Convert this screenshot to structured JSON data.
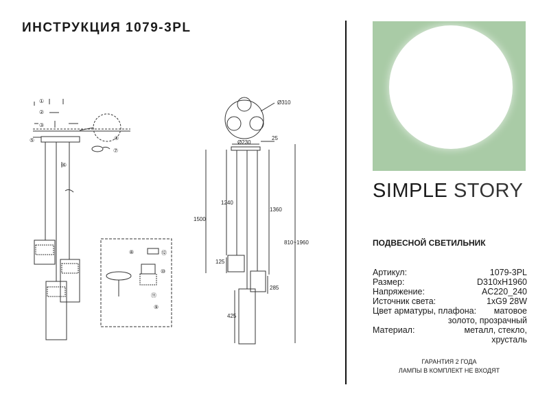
{
  "title": "ИНСТРУКЦИЯ 1079-3PL",
  "brand": {
    "part1": "SIMPLE",
    "part2": "STORY"
  },
  "product_type": "ПОДВЕСНОЙ СВЕТИЛЬНИК",
  "specs": [
    {
      "label": "Артикул:",
      "value": "1079-3PL"
    },
    {
      "label": "Размер:",
      "value": "D310хH1960"
    },
    {
      "label": "Напряжение:",
      "value": "AC220_240"
    },
    {
      "label": "Источник света:",
      "value": "1хG9 28W"
    }
  ],
  "color_spec": {
    "label": "Цвет арматуры, плафона:",
    "value_line1": "матовое",
    "value_line2": "золото, прозрачный"
  },
  "material_spec": {
    "label": "Материал:",
    "value_line1": "металл, стекло,",
    "value_line2": "хрусталь"
  },
  "footer": {
    "line1": "ГАРАНТИЯ 2 ГОДА",
    "line2": "ЛАМПЫ В КОМПЛЕКТ НЕ ВХОДЯТ"
  },
  "dimensions": {
    "d310": "Ø310",
    "d230": "Ø230",
    "d25": "25",
    "h1240": "1240",
    "h1500": "1500",
    "h1360": "1360",
    "h810": "810~1960",
    "h125": "125",
    "h285": "285",
    "h425": "425"
  },
  "steps": [
    "①",
    "②",
    "③",
    "④",
    "⑤",
    "⑥",
    "⑦",
    "⑧",
    "⑨",
    "⑩",
    "⑪",
    "⑫"
  ],
  "colors": {
    "logo_bg": "#a9cba6",
    "line": "#1a1a1a"
  }
}
